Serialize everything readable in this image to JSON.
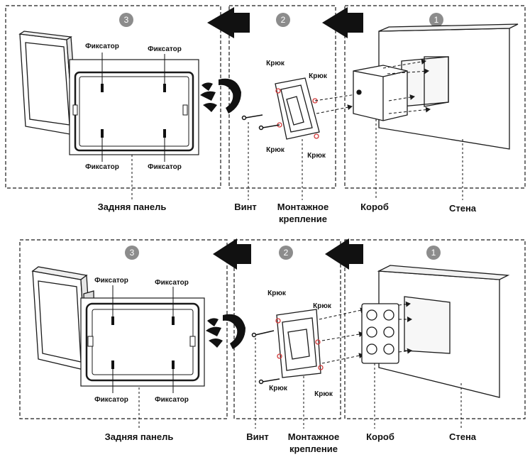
{
  "diagrams": [
    {
      "steps": [
        "1",
        "2",
        "3"
      ],
      "labels": {
        "latch_tl": "Фиксатор",
        "latch_tr": "Фиксатор",
        "latch_bl": "Фиксатор",
        "latch_br": "Фиксатор",
        "hook_tl": "Крюк",
        "hook_tr": "Крюк",
        "hook_bl": "Крюк",
        "hook_br": "Крюк",
        "back_panel": "Задняя панель",
        "screw": "Винт",
        "bracket_line1": "Монтажное",
        "bracket_line2": "крепление",
        "box": "Короб",
        "wall": "Стена"
      }
    },
    {
      "steps": [
        "1",
        "2",
        "3"
      ],
      "labels": {
        "latch_tl": "Фиксатор",
        "latch_tr": "Фиксатор",
        "latch_bl": "Фиксатор",
        "latch_br": "Фиксатор",
        "hook_tl": "Крюк",
        "hook_tr": "Крюк",
        "hook_bl": "Крюк",
        "hook_br": "Крюк",
        "back_panel": "Задняя панель",
        "screw": "Винт",
        "bracket_line1": "Монтажное",
        "bracket_line2": "крепление",
        "box": "Короб",
        "wall": "Стена"
      }
    }
  ],
  "colors": {
    "line": "#1a1a1a",
    "step_circle": "#8c8c8c",
    "hook_marker": "#d23a3a"
  }
}
